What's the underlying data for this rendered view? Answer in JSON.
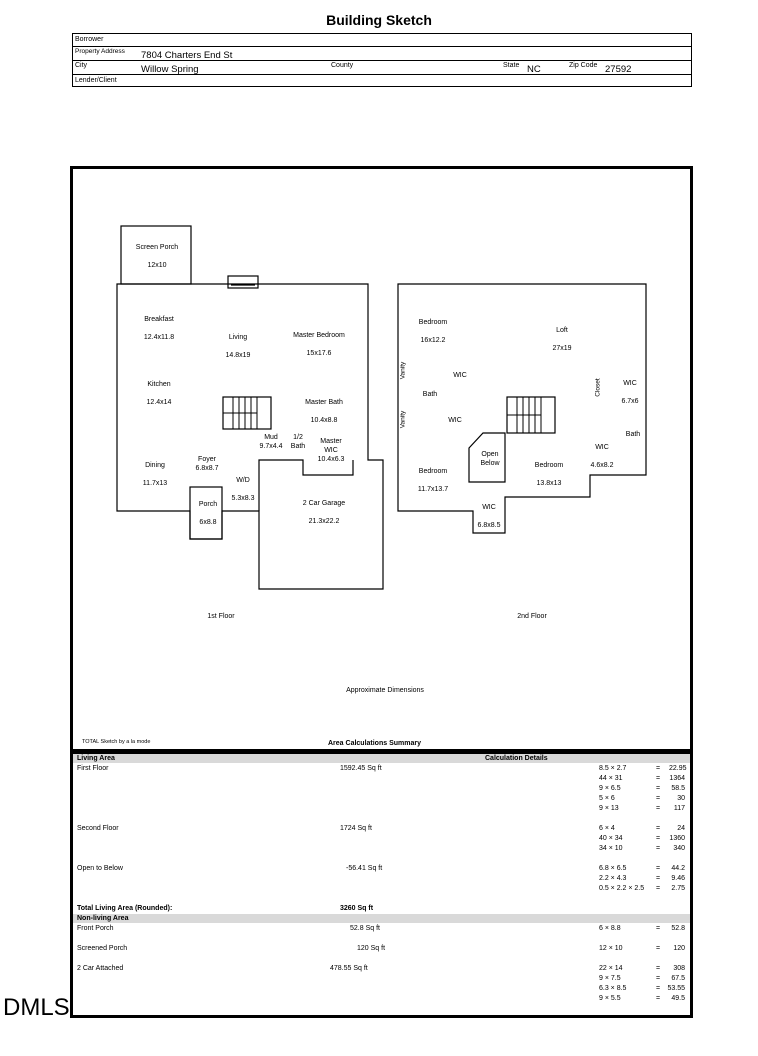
{
  "title": "Building Sketch",
  "header": {
    "borrower_label": "Borrower",
    "property_address_label": "Property Address",
    "property_address": "7804 Charters End St",
    "city_label": "City",
    "city": "Willow Spring",
    "county_label": "County",
    "state_label": "State",
    "state": "NC",
    "zip_label": "Zip Code",
    "zip": "27592",
    "lender_label": "Lender/Client"
  },
  "sketch": {
    "rooms_first": [
      {
        "name": "Screen Porch",
        "dim": "12x10"
      },
      {
        "name": "Breakfast",
        "dim": "12.4x11.8"
      },
      {
        "name": "Living",
        "dim": "14.8x19"
      },
      {
        "name": "Master Bedroom",
        "dim": "15x17.6"
      },
      {
        "name": "Kitchen",
        "dim": "12.4x14"
      },
      {
        "name": "Master Bath",
        "dim": "10.4x8.8"
      },
      {
        "name": "Mud",
        "dim": "9.7x4.4"
      },
      {
        "name": "1/2",
        "dim": "Bath"
      },
      {
        "name": "Master",
        "dim": "WIC"
      },
      {
        "name": "10.4x6.3",
        "dim": ""
      },
      {
        "name": "Foyer",
        "dim": "6.8x8.7"
      },
      {
        "name": "Dining",
        "dim": "11.7x13"
      },
      {
        "name": "W/D",
        "dim": "5.3x8.3"
      },
      {
        "name": "Porch",
        "dim": "6x8.8"
      },
      {
        "name": "2 Car Garage",
        "dim": "21.3x22.2"
      }
    ],
    "rooms_second": [
      {
        "name": "Bedroom",
        "dim": "16x12.2"
      },
      {
        "name": "Loft",
        "dim": "27x19"
      },
      {
        "name": "WIC",
        "dim": ""
      },
      {
        "name": "Bath",
        "dim": ""
      },
      {
        "name": "WIC",
        "dim": ""
      },
      {
        "name": "WIC",
        "dim": "6.7x6"
      },
      {
        "name": "Bath",
        "dim": ""
      },
      {
        "name": "WIC",
        "dim": "4.6x8.2"
      },
      {
        "name": "Open",
        "dim": "Below"
      },
      {
        "name": "Bedroom",
        "dim": "11.7x13.7"
      },
      {
        "name": "Bedroom",
        "dim": "13.8x13"
      },
      {
        "name": "WIC",
        "dim": "6.8x8.5"
      }
    ],
    "vanity": "Vanity",
    "closet": "Closet",
    "floor1_label": "1st Floor",
    "floor2_label": "2nd Floor",
    "approx": "Approximate Dimensions",
    "software": "TOTAL Sketch by a la mode",
    "summary_title": "Area Calculations Summary"
  },
  "summary": {
    "living_area": "Living Area",
    "calc_details": "Calculation Details",
    "rows": [
      {
        "label": "First Floor",
        "area": "1592.45 Sq ft",
        "calcs": [
          [
            "8.5 × 2.7",
            "22.95"
          ],
          [
            "44 × 31",
            "1364"
          ],
          [
            "9 × 6.5",
            "58.5"
          ],
          [
            "5 × 6",
            "30"
          ],
          [
            "9 × 13",
            "117"
          ]
        ]
      },
      {
        "label": "Second Floor",
        "area": "1724 Sq ft",
        "calcs": [
          [
            "6 × 4",
            "24"
          ],
          [
            "40 × 34",
            "1360"
          ],
          [
            "34 × 10",
            "340"
          ]
        ]
      },
      {
        "label": "Open to Below",
        "area": "-56.41 Sq ft",
        "calcs": [
          [
            "6.8 × 6.5",
            "44.2"
          ],
          [
            "2.2 × 4.3",
            "9.46"
          ],
          [
            "0.5 × 2.2 × 2.5",
            "2.75"
          ]
        ]
      }
    ],
    "total_label": "Total Living Area (Rounded):",
    "total_value": "3260 Sq ft",
    "non_living": "Non-living Area",
    "nl_rows": [
      {
        "label": "Front Porch",
        "area": "52.8 Sq ft",
        "calcs": [
          [
            "6 × 8.8",
            "52.8"
          ]
        ]
      },
      {
        "label": "Screened Porch",
        "area": "120 Sq ft",
        "calcs": [
          [
            "12 × 10",
            "120"
          ]
        ]
      },
      {
        "label": "2 Car Attached",
        "area": "478.55 Sq ft",
        "calcs": [
          [
            "22 × 14",
            "308"
          ],
          [
            "9 × 7.5",
            "67.5"
          ],
          [
            "6.3 × 8.5",
            "53.55"
          ],
          [
            "9 × 5.5",
            "49.5"
          ]
        ]
      }
    ]
  },
  "watermark": "DMLS"
}
